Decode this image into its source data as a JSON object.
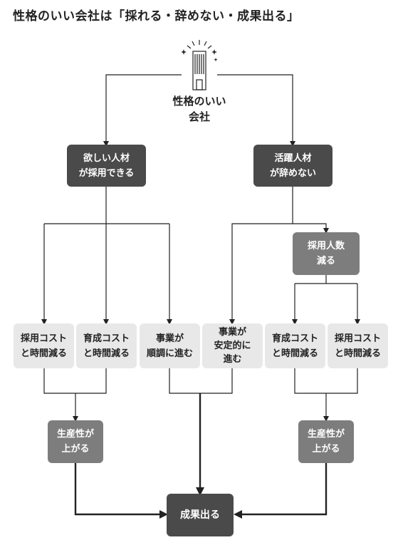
{
  "title": "性格のいい会社は「採れる・辞めない・成果出る」",
  "nodes": {
    "root": "性格のいい\n会社",
    "left_top": "欲しい人材\nが採用できる",
    "right_top": "活躍人材\nが辞めない",
    "hire_reduce": "採用人数\n減る",
    "l_cost1": "採用コスト\nと時間減る",
    "l_cost2": "育成コスト\nと時間減る",
    "l_progress": "事業が\n順調に進む",
    "r_stable": "事業が\n安定的に\n進む",
    "r_cost1": "育成コスト\nと時間減る",
    "r_cost2": "採用コスト\nと時間減る",
    "l_prod": "生産性が\n上がる",
    "r_prod": "生産性が\n上がる",
    "result": "成果出る"
  }
}
